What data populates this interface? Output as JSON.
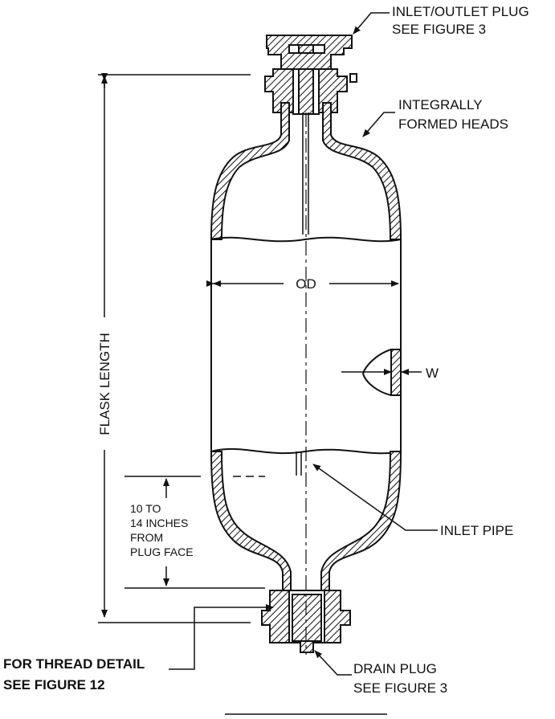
{
  "labels": {
    "inlet_outlet_plug_l1": "INLET/OUTLET PLUG",
    "inlet_outlet_plug_l2": "SEE FIGURE 3",
    "heads_l1": "INTEGRALLY",
    "heads_l2": "FORMED HEADS",
    "od": "OD",
    "w": "W",
    "flask_length": "FLASK LENGTH",
    "distance_l1": "10 TO",
    "distance_l2": "14 INCHES",
    "distance_l3": "FROM",
    "distance_l4": "PLUG FACE",
    "inlet_pipe": "INLET PIPE",
    "thread_l1": "FOR THREAD DETAIL",
    "thread_l2": "SEE FIGURE 12",
    "drain_l1": "DRAIN PLUG",
    "drain_l2": "SEE FIGURE 3"
  },
  "colors": {
    "line": "#111111",
    "background": "#ffffff"
  }
}
